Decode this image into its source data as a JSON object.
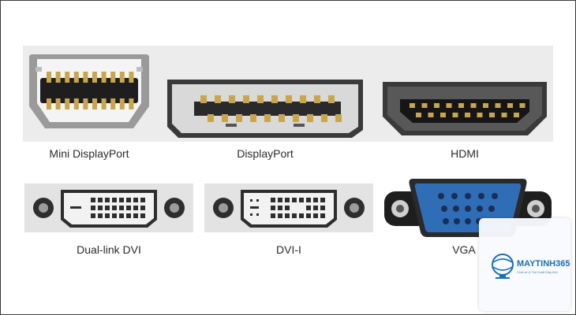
{
  "connectors": [
    {
      "id": "mini-displayport",
      "label": "Mini DisplayPort"
    },
    {
      "id": "displayport",
      "label": "DisplayPort"
    },
    {
      "id": "hdmi",
      "label": "HDMI"
    },
    {
      "id": "dual-link-dvi",
      "label": "Dual-link DVI"
    },
    {
      "id": "dvi-i",
      "label": "DVI-I"
    },
    {
      "id": "vga",
      "label": "VGA"
    }
  ],
  "watermark": {
    "brand": "MAYTINH365",
    "tagline": "Chia sẻ & Thủ thuật Máy tính",
    "logo_icon": "monitor-globe-icon"
  },
  "colors": {
    "panel_gray": "#e6e6e6",
    "connector_dark": "#2e2e2e",
    "pin_gold": "#c9a54c",
    "vga_blue": "#2f6db7",
    "brand_blue": "#1b6fb6"
  }
}
